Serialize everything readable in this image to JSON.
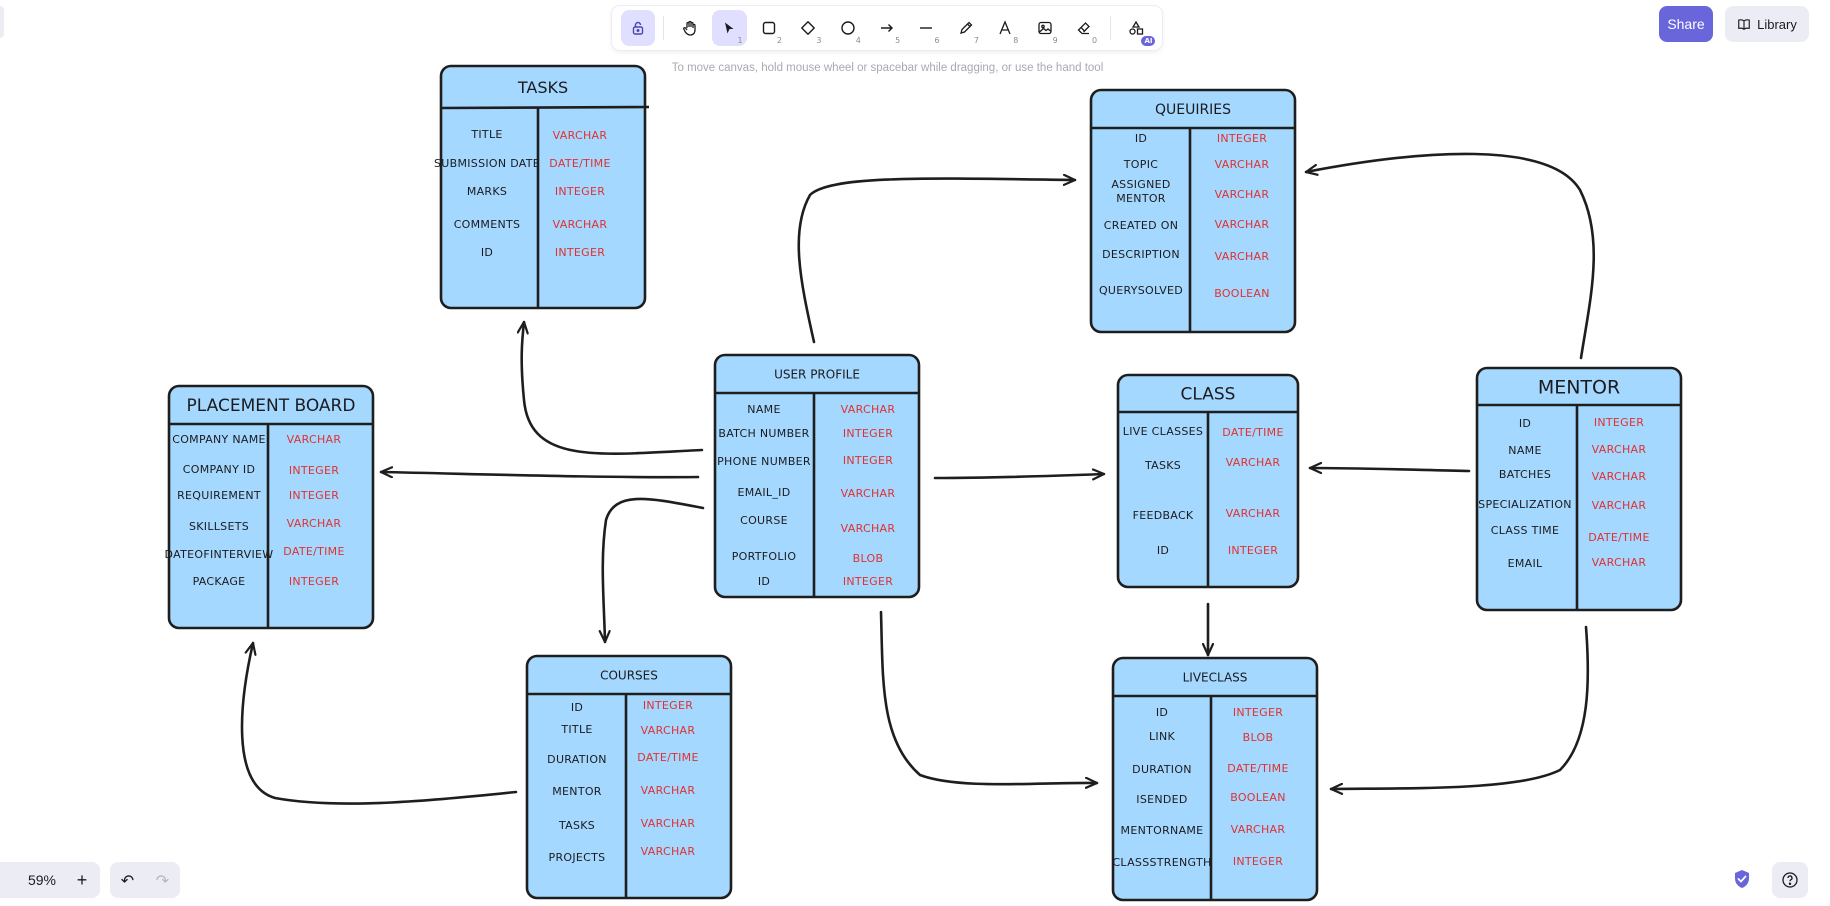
{
  "toolbar": {
    "tools": [
      {
        "name": "lock-tool",
        "shortcut": ""
      },
      {
        "name": "hand-tool",
        "shortcut": ""
      },
      {
        "name": "selection-tool",
        "shortcut": "1"
      },
      {
        "name": "rectangle-tool",
        "shortcut": "2"
      },
      {
        "name": "diamond-tool",
        "shortcut": "3"
      },
      {
        "name": "ellipse-tool",
        "shortcut": "4"
      },
      {
        "name": "arrow-tool",
        "shortcut": "5"
      },
      {
        "name": "line-tool",
        "shortcut": "6"
      },
      {
        "name": "draw-tool",
        "shortcut": "7"
      },
      {
        "name": "text-tool",
        "shortcut": "8"
      },
      {
        "name": "image-tool",
        "shortcut": "9"
      },
      {
        "name": "eraser-tool",
        "shortcut": "0"
      },
      {
        "name": "more-tools",
        "shortcut": ""
      }
    ],
    "ai_badge": "AI"
  },
  "hint": "To move canvas, hold mouse wheel or spacebar while dragging, or use the hand tool",
  "header": {
    "share_label": "Share",
    "library_label": "Library"
  },
  "footer": {
    "zoom": "59%",
    "zoom_in": "+",
    "undo": "↶",
    "redo": "↷",
    "help": "?"
  },
  "colors": {
    "box_fill": "#a5d8ff",
    "stroke": "#1e1e1e",
    "type_text": "#e03131",
    "accent": "#6965db"
  },
  "entities": {
    "tasks": {
      "title": "TASKS",
      "fields": [
        "TITLE",
        "SUBMISSION DATE",
        "MARKS",
        "COMMENTS",
        "ID"
      ],
      "types": [
        "VARCHAR",
        "DATE/TIME",
        "INTEGER",
        "VARCHAR",
        "INTEGER"
      ]
    },
    "queuiries": {
      "title": "QUEUIRIES",
      "fields": [
        "ID",
        "TOPIC",
        "ASSIGNED",
        "MENTOR",
        "CREATED ON",
        "DESCRIPTION",
        "QUERYSOLVED"
      ],
      "types": [
        "INTEGER",
        "VARCHAR",
        "VARCHAR",
        "VARCHAR",
        "VARCHAR",
        "BOOLEAN"
      ]
    },
    "placement_board": {
      "title": "PLACEMENT BOARD",
      "fields": [
        "COMPANY NAME",
        "COMPANY ID",
        "REQUIREMENT",
        "SKILLSETS",
        "DATEOFINTERVIEW",
        "PACKAGE"
      ],
      "types": [
        "VARCHAR",
        "INTEGER",
        "INTEGER",
        "VARCHAR",
        "DATE/TIME",
        "INTEGER"
      ]
    },
    "user_profile": {
      "title": "USER PROFILE",
      "fields": [
        "NAME",
        "BATCH NUMBER",
        "PHONE NUMBER",
        "EMAIL_ID",
        "COURSE",
        "PORTFOLIO",
        "ID"
      ],
      "types": [
        "VARCHAR",
        "INTEGER",
        "INTEGER",
        "VARCHAR",
        "VARCHAR",
        "BLOB",
        "INTEGER"
      ]
    },
    "class": {
      "title": "CLASS",
      "fields": [
        "LIVE CLASSES",
        "TASKS",
        "FEEDBACK",
        "ID"
      ],
      "types": [
        "DATE/TIME",
        "VARCHAR",
        "VARCHAR",
        "INTEGER"
      ]
    },
    "mentor": {
      "title": "MENTOR",
      "fields": [
        "ID",
        "NAME",
        "BATCHES",
        "SPECIALIZATION",
        "CLASS TIME",
        "EMAIL"
      ],
      "types": [
        "INTEGER",
        "VARCHAR",
        "VARCHAR",
        "VARCHAR",
        "DATE/TIME",
        "VARCHAR"
      ]
    },
    "courses": {
      "title": "COURSES",
      "fields": [
        "ID",
        "TITLE",
        "DURATION",
        "MENTOR",
        "TASKS",
        "PROJECTS"
      ],
      "types": [
        "INTEGER",
        "VARCHAR",
        "DATE/TIME",
        "VARCHAR",
        "VARCHAR",
        "VARCHAR"
      ]
    },
    "liveclass": {
      "title": "LIVECLASS",
      "fields": [
        "ID",
        "LINK",
        "DURATION",
        "ISENDED",
        "MENTORNAME",
        "CLASSSTRENGTH"
      ],
      "types": [
        "INTEGER",
        "BLOB",
        "DATE/TIME",
        "BOOLEAN",
        "VARCHAR",
        "INTEGER"
      ]
    }
  }
}
